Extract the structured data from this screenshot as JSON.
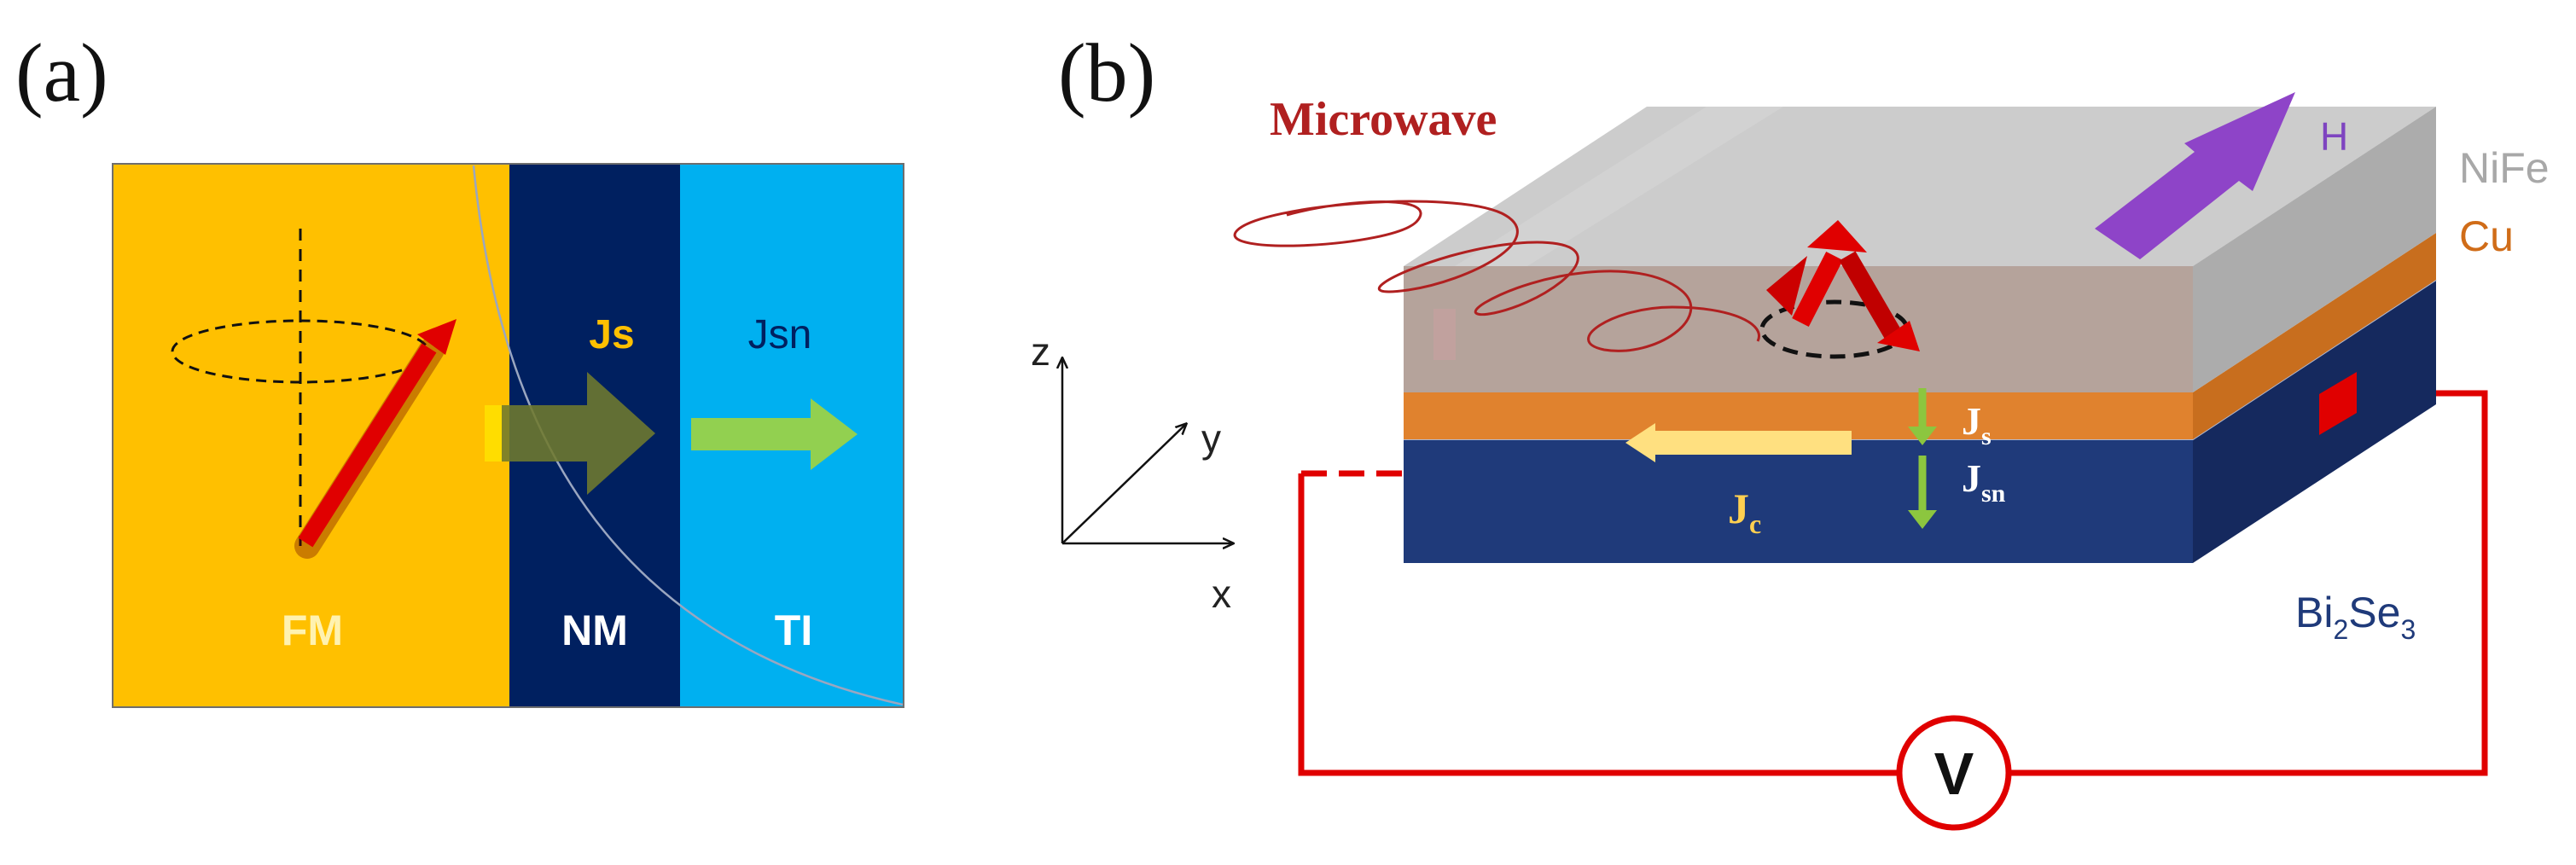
{
  "panel_a": {
    "label": "(a)",
    "regions": {
      "fm": "FM",
      "nm": "NM",
      "ti": "TI"
    },
    "flows": {
      "js": "Js",
      "jsn": "Jsn"
    }
  },
  "panel_b": {
    "label": "(b)",
    "microwave": "Microwave",
    "field": "H",
    "layers": {
      "nife": "NiFe",
      "cu": "Cu",
      "bi": "Bi",
      "bi_sub": "2",
      "se": "Se",
      "se_sub": "3"
    },
    "axes": {
      "x": "x",
      "y": "y",
      "z": "z"
    },
    "currents": {
      "js": "J",
      "js_sub": "s",
      "jsn": "J",
      "jsn_sub": "sn",
      "jc": "J",
      "jc_sub": "c"
    },
    "voltmeter": "V"
  },
  "colors": {
    "fm": "#FFC000",
    "nm": "#002060",
    "ti": "#00B0F0",
    "nife": "#B4B4B4",
    "cu": "#E0822E",
    "bi2se3": "#1F3A7A",
    "circuit": "#E00000",
    "microwave": "#B02020",
    "h_arrow": "#8E44C8",
    "jc_arrow": "#FFE080",
    "js_arrow": "#8CC63F"
  }
}
